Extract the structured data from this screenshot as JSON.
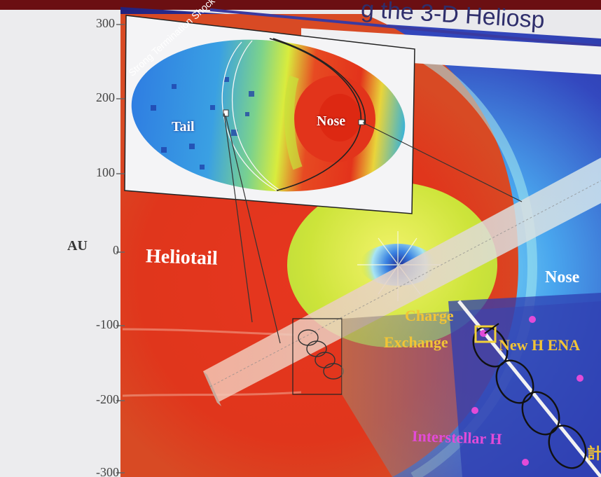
{
  "slide": {
    "title_fragment": "g the 3-D Heliosp"
  },
  "axis": {
    "label": "AU",
    "ticks": [
      "300",
      "200",
      "100",
      "0",
      "-100",
      "-200",
      "-300"
    ]
  },
  "labels": {
    "heliotail": "Heliotail",
    "nose_main": "Nose",
    "charge_exchange_line1": "Charge",
    "charge_exchange_line2": "Exchange",
    "new_h_ena": "New H ENA",
    "interstellar_h": "Interstellar H",
    "side_glyph": "計"
  },
  "inset": {
    "arc_label": "Strong Termination Shock",
    "tail": "Tail",
    "nose": "Nose"
  },
  "colors": {
    "top_bar": "#6b0f12",
    "hot_red": "#e0301c",
    "yellow_green": "#c8e63a",
    "interstellar_blue": "#2a33a6",
    "magenta_text": "#e24bd8",
    "charge_exchange_text": "#f2c436"
  }
}
